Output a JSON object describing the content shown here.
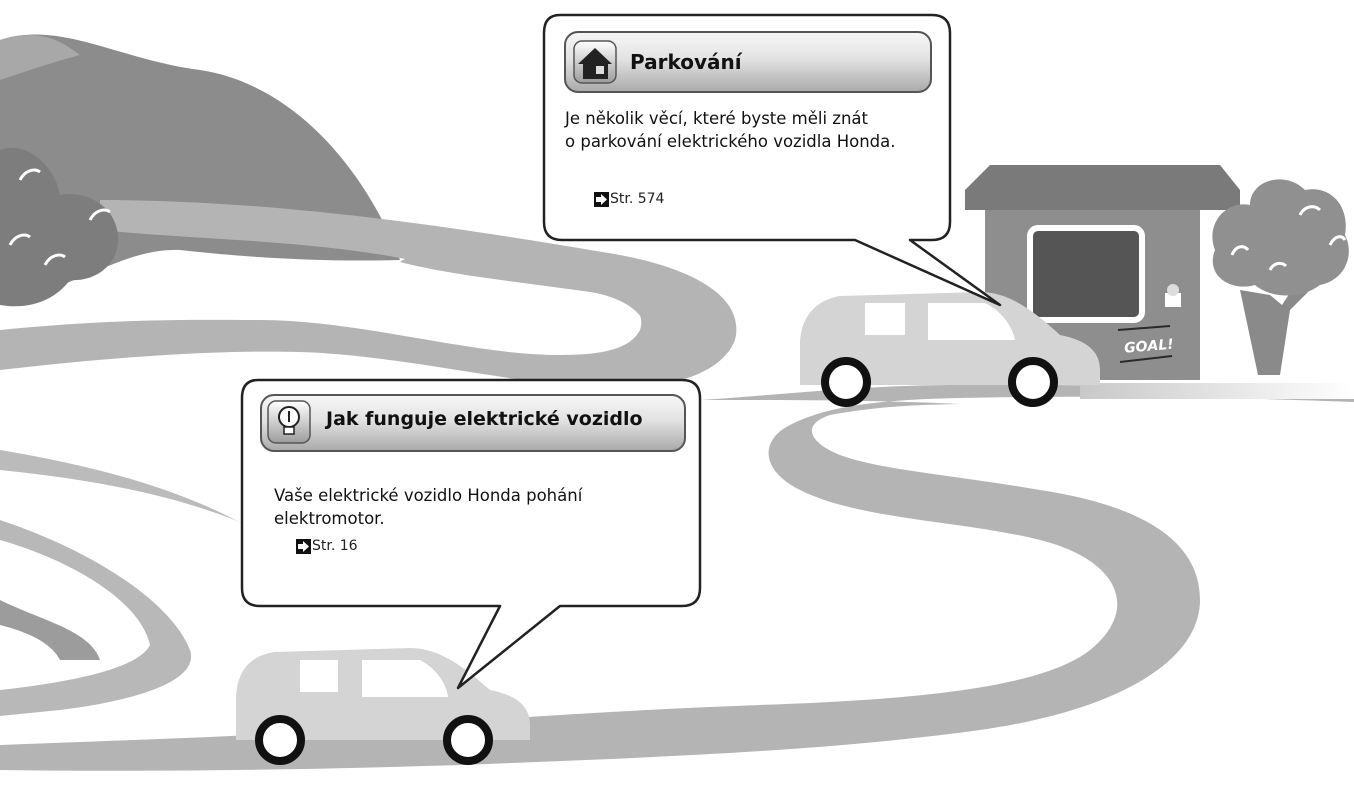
{
  "parking": {
    "title": "Parkování",
    "line1": "Je několik věcí, které byste měli znát",
    "line2": "o parkování elektrického vozidla Honda.",
    "ref": "Str. 574"
  },
  "how_it_works": {
    "title": "Jak funguje elektrické vozidlo",
    "line1": "Vaše elektrické vozidlo Honda pohání",
    "line2": "elektromotor.",
    "ref": "Str. 16"
  },
  "house": {
    "sign": "GOAL!"
  },
  "colors": {
    "road": "#b4b4b4",
    "hill": "#8c8c8c",
    "house_wall": "#8e8e8e",
    "roof": "#7a7a7a",
    "car": "#d4d4d4",
    "tree": "#909090",
    "bubble_border": "#222222",
    "title_bar_light": "#f4f4f4",
    "title_bar_dark": "#b0b0b0"
  }
}
